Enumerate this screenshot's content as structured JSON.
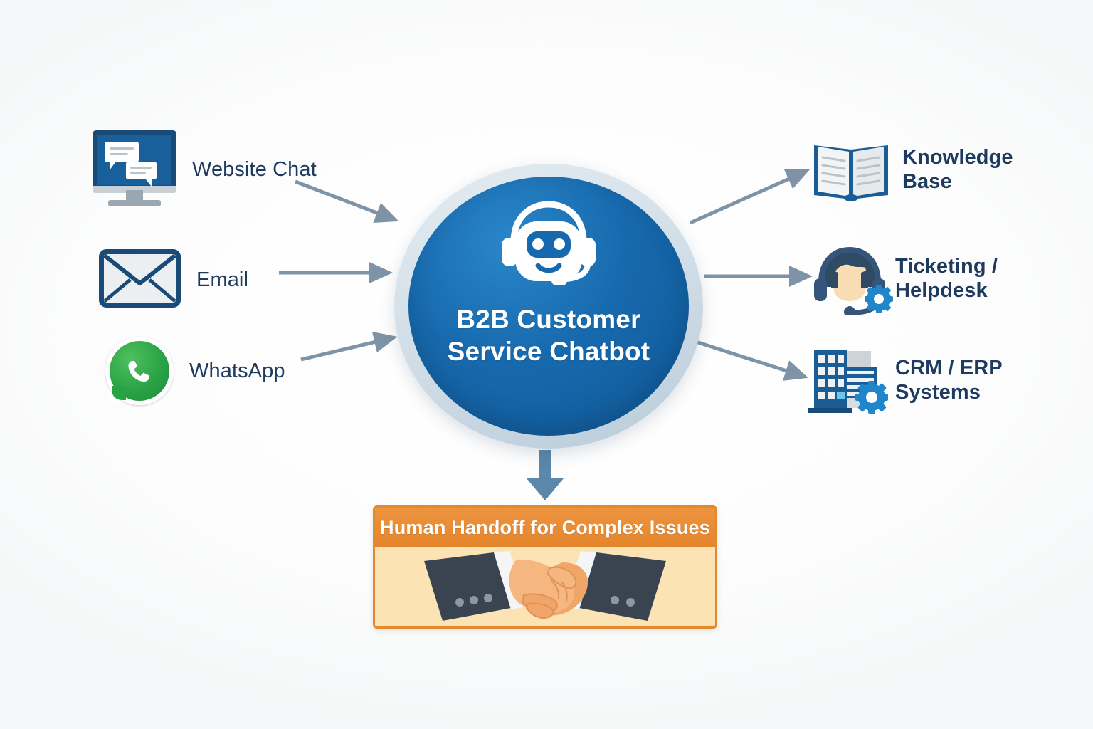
{
  "diagram": {
    "title": "B2B Customer Service Chatbot flow",
    "colors": {
      "hub_blue": "#1769ad",
      "hub_ring": "#cfdce6",
      "arrow": "#7e94a6",
      "down_arrow": "#5b87ab",
      "text_navy": "#1e3a5f",
      "orange": "#e4852a",
      "cream": "#fbe3b4",
      "whatsapp_green": "#26a443",
      "background": "#ffffff"
    }
  },
  "hub": {
    "title": "B2B Customer\nService Chatbot",
    "icon": "robot-headset-icon"
  },
  "inputs": [
    {
      "label": "Website Chat",
      "icon": "monitor-chat-icon"
    },
    {
      "label": "Email",
      "icon": "envelope-icon"
    },
    {
      "label": "WhatsApp",
      "icon": "whatsapp-icon"
    }
  ],
  "outputs": [
    {
      "label": "Knowledge\nBase",
      "icon": "open-book-icon"
    },
    {
      "label": "Ticketing /\nHelpdesk",
      "icon": "support-agent-gear-icon"
    },
    {
      "label": "CRM / ERP\nSystems",
      "icon": "office-building-gear-icon"
    }
  ],
  "handoff": {
    "heading": "Human Handoff for Complex Issues",
    "icon": "handshake-icon"
  }
}
